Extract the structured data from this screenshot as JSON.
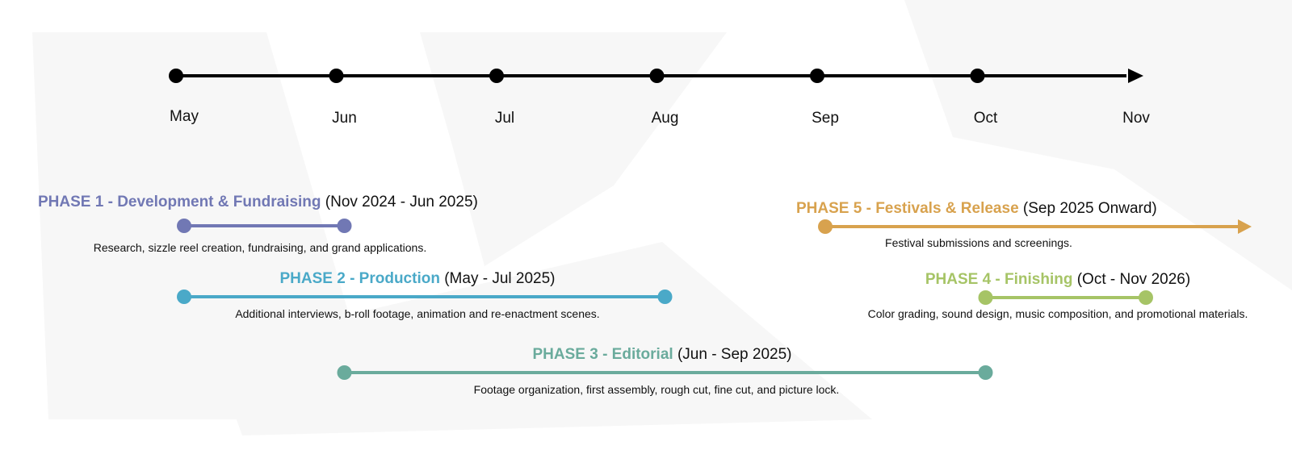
{
  "colors": {
    "axis": "#000000",
    "watermark": "#f7f7f7",
    "phase_1": "#7178b4",
    "phase_2": "#4aa9c8",
    "phase_3": "#6aab9c",
    "phase_4": "#a6c466",
    "phase_5": "#d8a24e"
  },
  "timeline": {
    "months": [
      "May",
      "Jun",
      "Jul",
      "Aug",
      "Sep",
      "Oct",
      "Nov"
    ]
  },
  "phases": [
    {
      "name": "PHASE 1 - Development & Fundraising",
      "dates": " (Nov 2024 - Jun 2025)",
      "description": "Research, sizzle reel creation, fundraising, and grand applications.",
      "start_month": "May",
      "end_month": "Jun",
      "open_ended": false,
      "color": "#7178b4"
    },
    {
      "name": "PHASE 2 - Production",
      "dates": " (May - Jul 2025)",
      "description": "Additional interviews, b-roll footage, animation and re-enactment scenes.",
      "start_month": "May",
      "end_month": "Aug",
      "open_ended": false,
      "color": "#4aa9c8"
    },
    {
      "name": "PHASE 3 - Editorial",
      "dates": " (Jun - Sep 2025)",
      "description": "Footage organization, first assembly, rough cut, fine cut, and picture lock.",
      "start_month": "Jun",
      "end_month": "Oct",
      "open_ended": false,
      "color": "#6aab9c"
    },
    {
      "name": "PHASE 4 - Finishing",
      "dates": " (Oct - Nov 2026)",
      "description": "Color grading, sound design, music composition, and promotional materials.",
      "start_month": "Oct",
      "end_month": "Nov",
      "open_ended": false,
      "color": "#a6c466"
    },
    {
      "name": "PHASE 5 - Festivals & Release",
      "dates": " (Sep 2025 Onward)",
      "description": "Festival submissions and screenings.",
      "start_month": "Sep",
      "end_month": "",
      "open_ended": true,
      "color": "#d8a24e"
    }
  ]
}
